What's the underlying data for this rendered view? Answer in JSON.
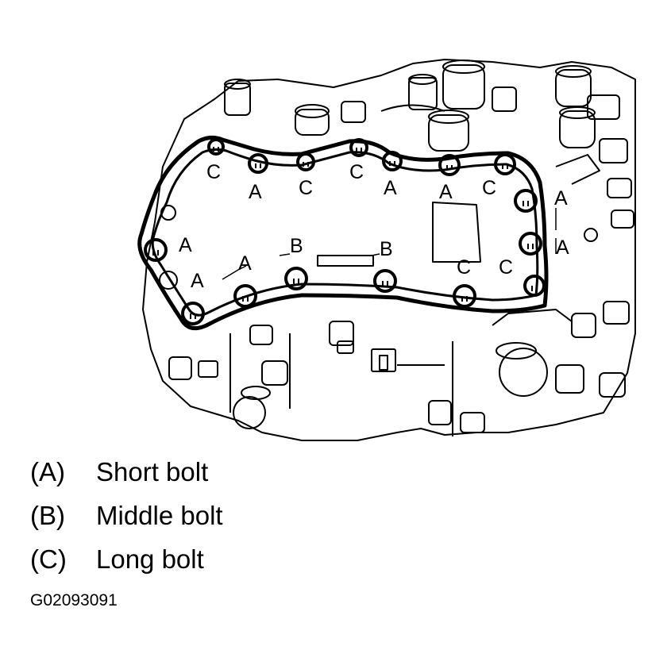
{
  "figure_id": "G02093091",
  "legend": [
    {
      "key": "(A)",
      "text": "Short bolt"
    },
    {
      "key": "(B)",
      "text": "Middle bolt"
    },
    {
      "key": "(C)",
      "text": "Long bolt"
    }
  ],
  "bolt_labels": [
    "C",
    "A",
    "C",
    "C",
    "A",
    "A",
    "C",
    "A",
    "A",
    "A",
    "A",
    "A",
    "B",
    "B",
    "C",
    "C"
  ]
}
